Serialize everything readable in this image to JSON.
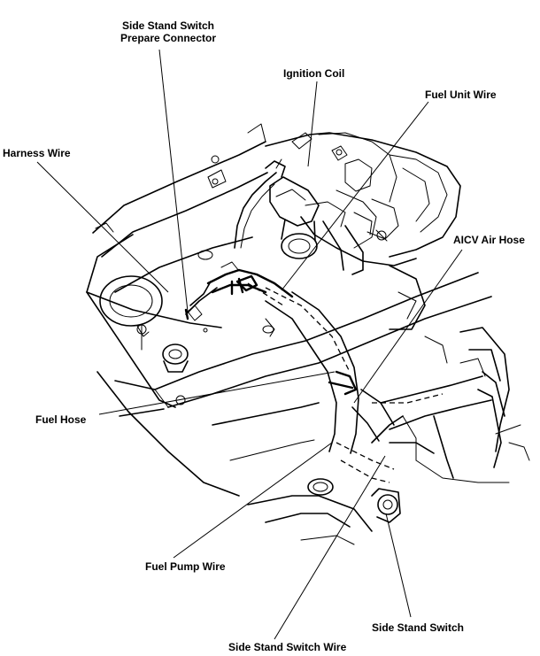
{
  "labels": {
    "side_stand_switch_prepare_connector": {
      "line1": "Side Stand Switch",
      "line2": "Prepare Connector"
    },
    "ignition_coil": "Ignition Coil",
    "fuel_unit_wire": "Fuel Unit Wire",
    "harness_wire": "Harness Wire",
    "aicv_air_hose": "AICV Air Hose",
    "fuel_hose": "Fuel Hose",
    "fuel_pump_wire": "Fuel Pump Wire",
    "side_stand_switch": "Side Stand Switch",
    "side_stand_switch_wire": "Side Stand Switch Wire"
  },
  "colors": {
    "ink": "#000000",
    "paper": "#ffffff"
  }
}
